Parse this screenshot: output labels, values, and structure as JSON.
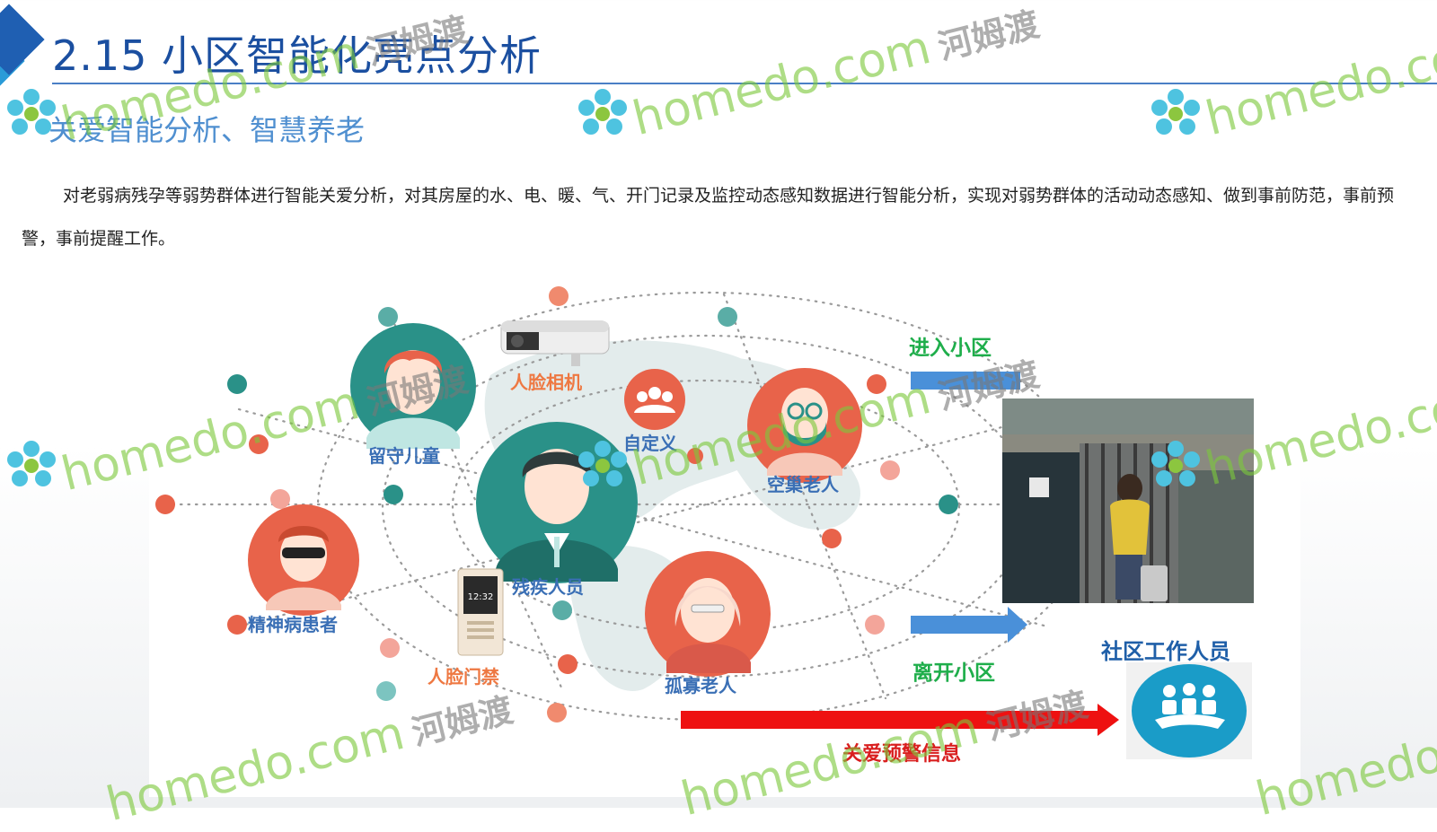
{
  "slide": {
    "title": "2.15 小区智能化亮点分析",
    "subtitle": "关爱智能分析、智慧养老",
    "paragraph": "对老弱病残孕等弱势群体进行智能关爱分析，对其房屋的水、电、暖、气、开门记录及监控动态感知数据进行智能分析，实现对弱势群体的活动动态感知、做到事前防范，事前预警，事前提醒工作。"
  },
  "diagram": {
    "labels": {
      "face_camera": "人脸相机",
      "left_behind_children": "留守儿童",
      "custom": "自定义",
      "empty_nest_elderly": "空巢老人",
      "disabled_persons": "残疾人员",
      "mental_patients": "精神病患者",
      "face_access": "人脸门禁",
      "lonely_elderly": "孤寡老人",
      "enter_community": "进入小区",
      "leave_community": "离开小区",
      "community_staff": "社区工作人员",
      "care_alert": "关爱预警信息"
    },
    "intercom_screen_text": "12:32"
  },
  "watermark": {
    "text_en": "homedo.com",
    "text_cn": "河姆渡"
  },
  "colors": {
    "title_blue": "#1b4fa0",
    "teal": "#2a9188",
    "coral": "#e8634a",
    "green": "#1fae4b",
    "arrow_blue": "#4a90d9",
    "alert_red": "#ee1111"
  }
}
